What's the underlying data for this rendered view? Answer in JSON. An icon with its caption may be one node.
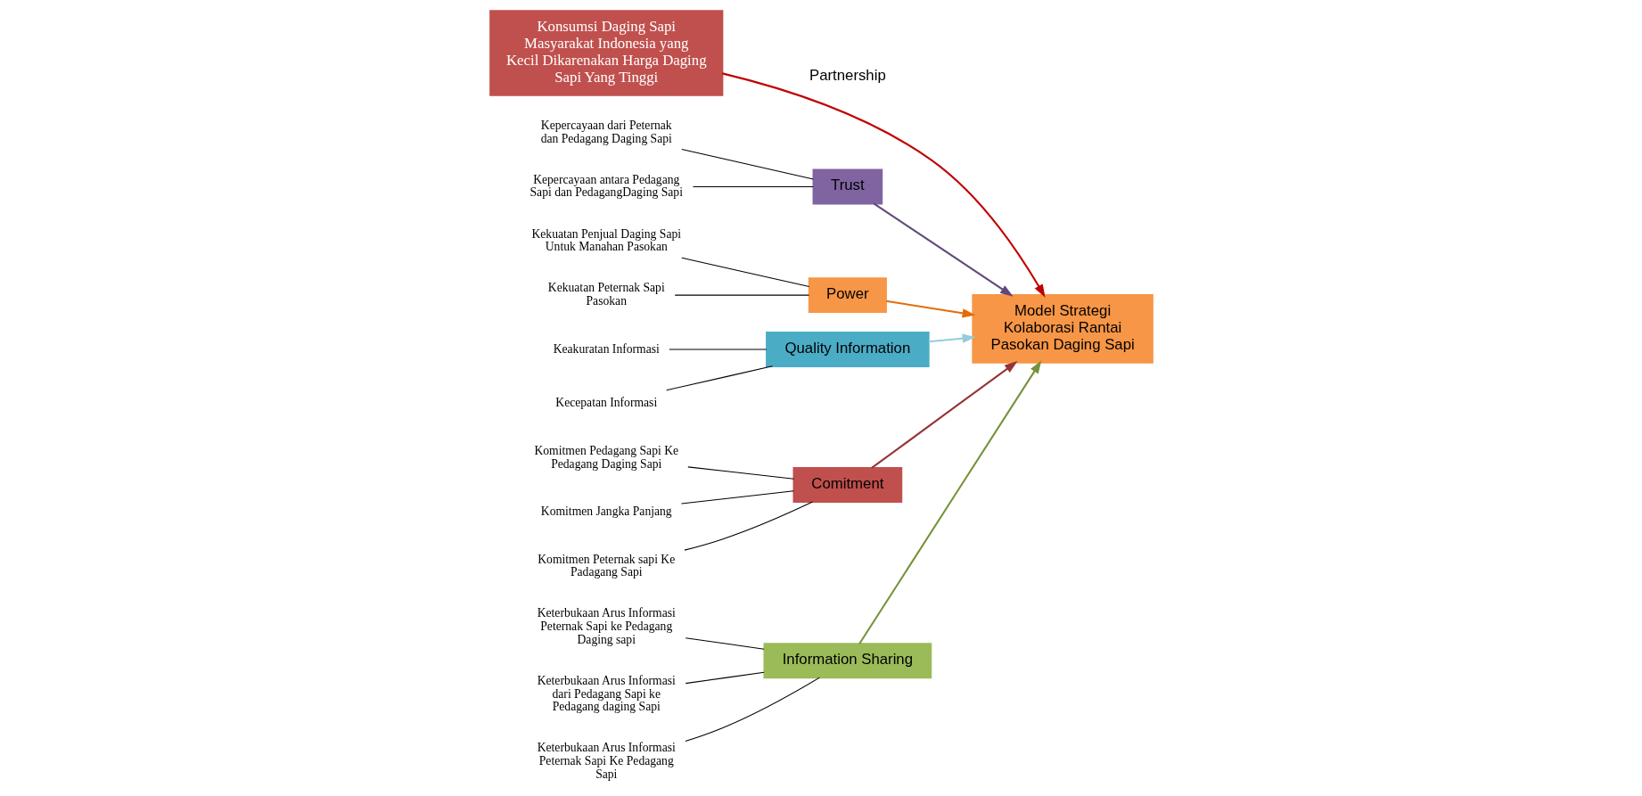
{
  "diagram": {
    "nodes": [
      {
        "text": [
          "Konsumsi Daging Sapi Masyarakat Indonesia yang Kecil Dikarenakan Harga Daging Sapi Yang Tinggi"
        ]
      },
      {
        "text": [
          "Model Strategi Kolaborasi Rantai Pasokan Daging Sapi"
        ]
      },
      {
        "text": [
          "Trust"
        ]
      },
      {
        "text": [
          "Kepercayaan dari Peternak dan Pedagang Daging Sapi"
        ]
      },
      {
        "text": [
          "Kepercayaan antara Pedagang Sapi dan PedagangDaging Sapi"
        ]
      },
      {
        "text": [
          "Power"
        ]
      },
      {
        "text": [
          "Kekuatan Penjual Daging Sapi Untuk Manahan Pasokan"
        ]
      },
      {
        "text": [
          "Kekuatan Peternak Sapi Pasokan"
        ]
      },
      {
        "text": [
          "Quality Information"
        ]
      },
      {
        "text": [
          "Keakuratan Informasi"
        ]
      },
      {
        "text": [
          "Kecepatan Informasi"
        ]
      },
      {
        "text": [
          "Comitment"
        ]
      },
      {
        "text": [
          "Komitmen Pedagang Sapi Ke Pedagang Daging Sapi"
        ]
      },
      {
        "text": [
          "Komitmen Jangka Panjang"
        ]
      },
      {
        "text": [
          "Komitmen Peternak sapi Ke Padagang Sapi"
        ]
      },
      {
        "text": [
          "Information Sharing"
        ]
      },
      {
        "text": [
          "Keterbukaan Arus Informasi Peternak Sapi ke Pedagang Daging sapi"
        ]
      },
      {
        "text": [
          "Keterbukaan Arus Informasi dari Pedagang Sapi ke Pedagang daging Sapi"
        ]
      },
      {
        "text": [
          "Keterbukaan Arus Informasi Peternak Sapi Ke Pedagang Sapi"
        ]
      }
    ],
    "edges": [
      {
        "from": 0,
        "to": 1,
        "arrow": "to",
        "label": "Partnership",
        "color": "#c00000"
      },
      {
        "from": 2,
        "to": 1,
        "arrow": "to",
        "color": "#5f497a"
      },
      {
        "from": 5,
        "to": 1,
        "arrow": "to",
        "color": "#e36c09"
      },
      {
        "from": 8,
        "to": 1,
        "arrow": "to",
        "color": "#92cddc"
      },
      {
        "from": 11,
        "to": 1,
        "arrow": "to",
        "color": "#943634"
      },
      {
        "from": 15,
        "to": 1,
        "arrow": "to",
        "color": "#76923c"
      },
      {
        "from": 3,
        "to": 2,
        "arrow": "none"
      },
      {
        "from": 4,
        "to": 2,
        "arrow": "none"
      },
      {
        "from": 6,
        "to": 5,
        "arrow": "none"
      },
      {
        "from": 7,
        "to": 5,
        "arrow": "none"
      },
      {
        "from": 9,
        "to": 8,
        "arrow": "none"
      },
      {
        "from": 10,
        "to": 8,
        "arrow": "none"
      },
      {
        "from": 12,
        "to": 11,
        "arrow": "none"
      },
      {
        "from": 13,
        "to": 11,
        "arrow": "none"
      },
      {
        "from": 14,
        "to": 11,
        "arrow": "none"
      },
      {
        "from": 16,
        "to": 15,
        "arrow": "none"
      },
      {
        "from": 17,
        "to": 15,
        "arrow": "none"
      },
      {
        "from": 18,
        "to": 15,
        "arrow": "none"
      }
    ]
  }
}
